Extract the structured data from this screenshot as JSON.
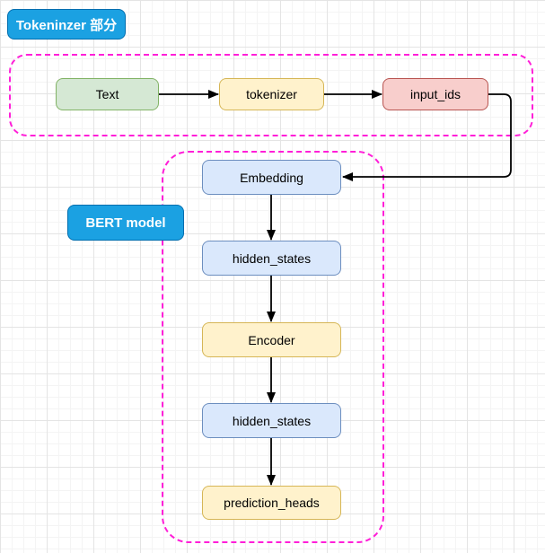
{
  "diagram": {
    "type": "flowchart",
    "section_labels": {
      "tokenizer_section": "Tokeninzer 部分",
      "bert_model": "BERT model"
    },
    "nodes": {
      "text": {
        "label": "Text",
        "color": "green"
      },
      "tokenizer": {
        "label": "tokenizer",
        "color": "yellow"
      },
      "input_ids": {
        "label": "input_ids",
        "color": "red"
      },
      "embedding": {
        "label": "Embedding",
        "color": "blue"
      },
      "hidden_states_1": {
        "label": "hidden_states",
        "color": "blue"
      },
      "encoder": {
        "label": "Encoder",
        "color": "yellow"
      },
      "hidden_states_2": {
        "label": "hidden_states",
        "color": "blue"
      },
      "prediction_heads": {
        "label": "prediction_heads",
        "color": "yellow"
      }
    },
    "groups": [
      {
        "id": "tokenizer_section",
        "label": "Tokeninzer 部分",
        "members": [
          "text",
          "tokenizer",
          "input_ids"
        ]
      },
      {
        "id": "bert_model",
        "label": "BERT model",
        "members": [
          "embedding",
          "hidden_states_1",
          "encoder",
          "hidden_states_2",
          "prediction_heads"
        ]
      }
    ],
    "edges": [
      {
        "from": "text",
        "to": "tokenizer",
        "route": "straight"
      },
      {
        "from": "tokenizer",
        "to": "input_ids",
        "route": "straight"
      },
      {
        "from": "input_ids",
        "to": "embedding",
        "route": "right-down-left"
      },
      {
        "from": "embedding",
        "to": "hidden_states_1",
        "route": "straight"
      },
      {
        "from": "hidden_states_1",
        "to": "encoder",
        "route": "straight"
      },
      {
        "from": "encoder",
        "to": "hidden_states_2",
        "route": "straight"
      },
      {
        "from": "hidden_states_2",
        "to": "prediction_heads",
        "route": "straight"
      }
    ]
  },
  "colors": {
    "node_green_fill": "#d5e8d4",
    "node_green_stroke": "#82b366",
    "node_yellow_fill": "#fff2cc",
    "node_yellow_stroke": "#d6b656",
    "node_red_fill": "#f8cecc",
    "node_red_stroke": "#b85450",
    "node_blue_fill": "#dae8fc",
    "node_blue_stroke": "#6c8ebf",
    "section_label_fill": "#1ba1e2",
    "section_label_stroke": "#006eaf",
    "container_dashed": "#ff1fd8",
    "edge": "#000000",
    "grid_minor": "#f4f4f4",
    "grid_major": "#e4e4e4"
  }
}
